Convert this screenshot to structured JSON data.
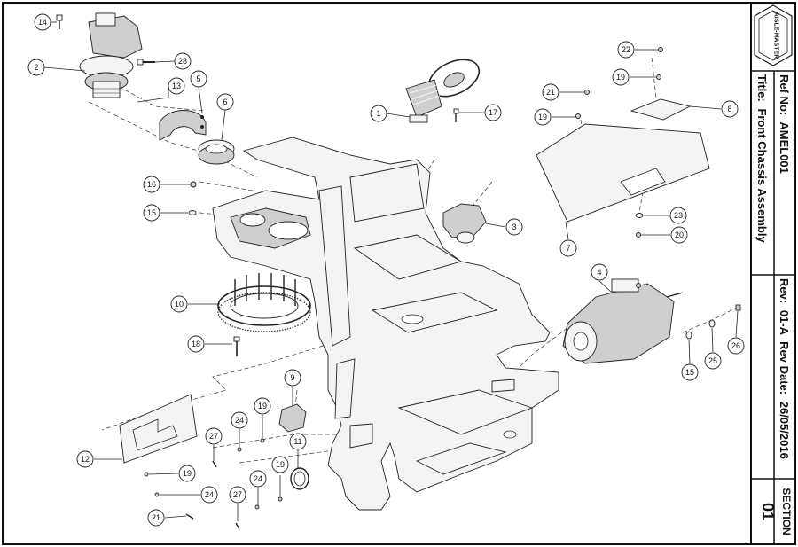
{
  "title_block": {
    "ref_label": "Ref No:",
    "ref_value": "AMEL001",
    "title_label": "Title:",
    "title_value": "Front Chassis Assembly",
    "rev_label": "Rev:",
    "rev_value": "01-A",
    "rev_date_label": "Rev Date:",
    "rev_date_value": "26/05/2016",
    "section_label": "SECTION",
    "section_value": "01",
    "logo_text": "AISLE-MASTER"
  },
  "callouts": [
    {
      "id": "c14a",
      "label": "14"
    },
    {
      "id": "c2",
      "label": "2"
    },
    {
      "id": "c28",
      "label": "28"
    },
    {
      "id": "c13",
      "label": "13"
    },
    {
      "id": "c5",
      "label": "5"
    },
    {
      "id": "c6",
      "label": "6"
    },
    {
      "id": "c16",
      "label": "16"
    },
    {
      "id": "c15a",
      "label": "15"
    },
    {
      "id": "c10",
      "label": "10"
    },
    {
      "id": "c18",
      "label": "18"
    },
    {
      "id": "c1",
      "label": "1"
    },
    {
      "id": "c17",
      "label": "17"
    },
    {
      "id": "c3",
      "label": "3"
    },
    {
      "id": "c22",
      "label": "22"
    },
    {
      "id": "c19a",
      "label": "19"
    },
    {
      "id": "c21a",
      "label": "21"
    },
    {
      "id": "c19b",
      "label": "19"
    },
    {
      "id": "c8",
      "label": "8"
    },
    {
      "id": "c7",
      "label": "7"
    },
    {
      "id": "c23",
      "label": "23"
    },
    {
      "id": "c20",
      "label": "20"
    },
    {
      "id": "c4",
      "label": "4"
    },
    {
      "id": "c15b",
      "label": "15"
    },
    {
      "id": "c25",
      "label": "25"
    },
    {
      "id": "c26",
      "label": "26"
    },
    {
      "id": "c9",
      "label": "9"
    },
    {
      "id": "c19c",
      "label": "19"
    },
    {
      "id": "c24a",
      "label": "24"
    },
    {
      "id": "c27a",
      "label": "27"
    },
    {
      "id": "c11",
      "label": "11"
    },
    {
      "id": "c12",
      "label": "12"
    },
    {
      "id": "c19d",
      "label": "19"
    },
    {
      "id": "c24b",
      "label": "24"
    },
    {
      "id": "c21b",
      "label": "21"
    },
    {
      "id": "c27b",
      "label": "27"
    },
    {
      "id": "c24c",
      "label": "24"
    },
    {
      "id": "c19e",
      "label": "19"
    }
  ]
}
